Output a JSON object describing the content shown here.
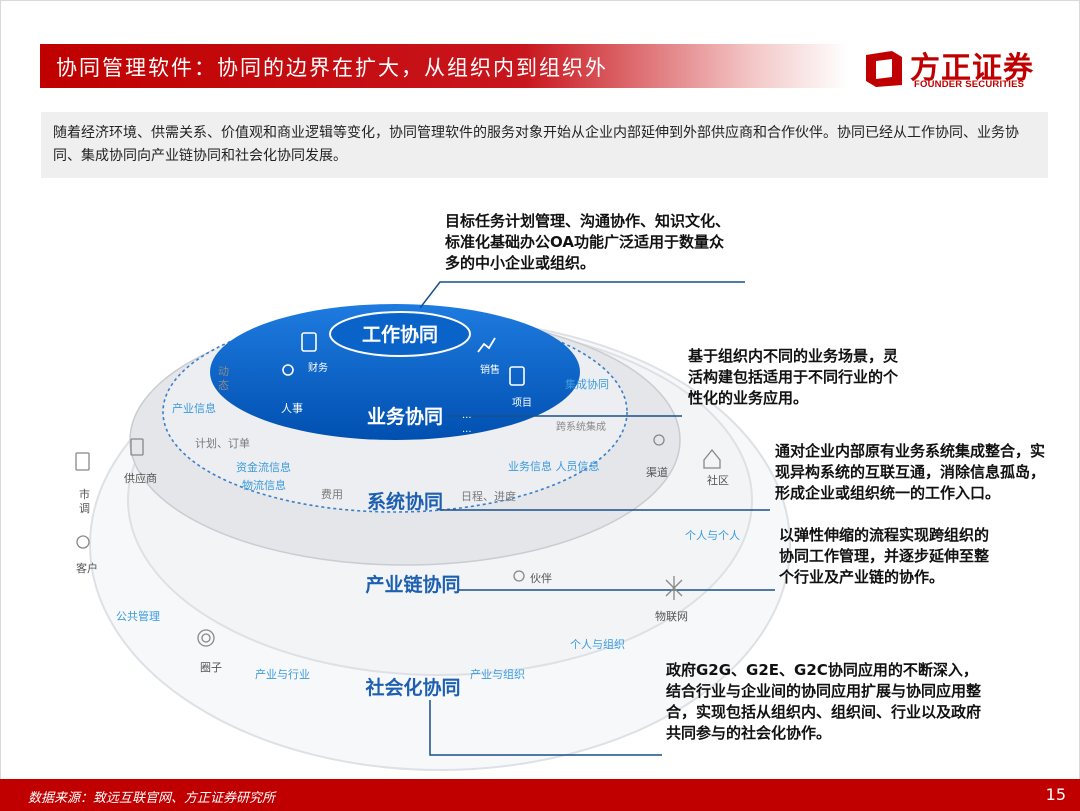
{
  "header": {
    "title": "协同管理软件：协同的边界在扩大，从组织内到组织外",
    "logo_cn": "方正证券",
    "logo_en": "FOUNDER SECURITIES"
  },
  "intro": "随着经济环境、供需关系、价值观和商业逻辑等变化，协同管理软件的服务对象开始从企业内部延伸到外部供应商和合作伙伴。协同已经从工作协同、业务协同、集成协同向产业链协同和社会化协同发展。",
  "layers": {
    "work": "工作协同",
    "business": "业务协同",
    "system": "系统协同",
    "chain": "产业链协同",
    "social": "社会化协同"
  },
  "diagram_labels": {
    "finance": "财务",
    "sales": "销售",
    "hr": "人事",
    "project": "项目",
    "dynamic": "动态",
    "industry_info": "产业信息",
    "integration_collab": "集成协同",
    "cross_system": "跨系统集成",
    "plan_order": "计划、订单",
    "supplier": "供应商",
    "funds_flow": "资金流信息",
    "logistics": "物流信息",
    "cost": "费用",
    "biz_people_info": "业务信息 人员信息",
    "channel": "渠道",
    "community": "社区",
    "market_research": "市调",
    "schedule": "日程、进度",
    "customer": "客户",
    "person_person": "个人与个人",
    "partner": "伙伴",
    "public_mgmt": "公共管理",
    "iot": "物联网",
    "person_org": "个人与组织",
    "circle": "圈子",
    "industry_trade": "产业与行业",
    "industry_org": "产业与组织",
    "ellipsis": "..."
  },
  "callouts": {
    "work": "目标任务计划管理、沟通协作、知识文化、标准化基础办公OA功能广泛适用于数量众多的中小企业或组织。",
    "business": "基于组织内不同的业务场景，灵活构建包括适用于不同行业的个性化的业务应用。",
    "system": "通对企业内部原有业务系统集成整合，实现异构系统的互联互通，消除信息孤岛，形成企业或组织统一的工作入口。",
    "chain": "以弹性伸缩的流程实现跨组织的协同工作管理，并逐步延伸至整个行业及产业链的协作。",
    "social": "政府G2G、G2E、G2C协同应用的不断深入，结合行业与企业间的协同应用扩展与协同应用整合，实现包括从组织内、组织间、行业以及政府共同参与的社会化协作。"
  },
  "footer": {
    "source": "数据来源：致远互联官网、方正证券研究所",
    "page": "15"
  },
  "colors": {
    "brand_red": "#c00000",
    "core_blue": "#0a63c9",
    "label_blue": "#3a9be0"
  }
}
